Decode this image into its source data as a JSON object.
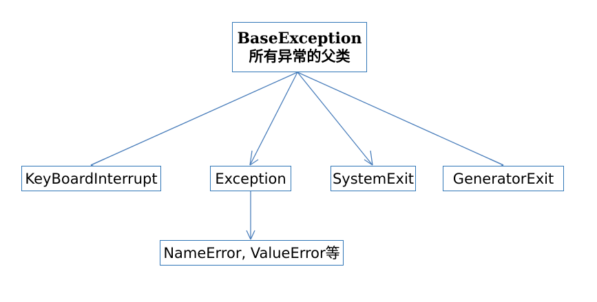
{
  "diagram": {
    "title_node": {
      "name": "BaseException",
      "subtitle": "所有异常的父类"
    },
    "children": [
      {
        "id": "keyboardinterrupt",
        "label": "KeyBoardInterrupt"
      },
      {
        "id": "exception",
        "label": "Exception"
      },
      {
        "id": "systemexit",
        "label": "SystemExit"
      },
      {
        "id": "generatorexit",
        "label": "GeneratorExit"
      }
    ],
    "grandchildren": [
      {
        "id": "nameerror-valueerror",
        "label": "NameError, ValueError等",
        "parent": "exception"
      }
    ],
    "colors": {
      "border": "#2e75b6",
      "edge": "#4a7ebb",
      "text": "#000000",
      "background": "#ffffff"
    },
    "edges": [
      {
        "from": "BaseException",
        "to": "KeyBoardInterrupt"
      },
      {
        "from": "BaseException",
        "to": "Exception"
      },
      {
        "from": "BaseException",
        "to": "SystemExit"
      },
      {
        "from": "BaseException",
        "to": "GeneratorExit"
      },
      {
        "from": "Exception",
        "to": "NameError, ValueError等"
      }
    ]
  }
}
